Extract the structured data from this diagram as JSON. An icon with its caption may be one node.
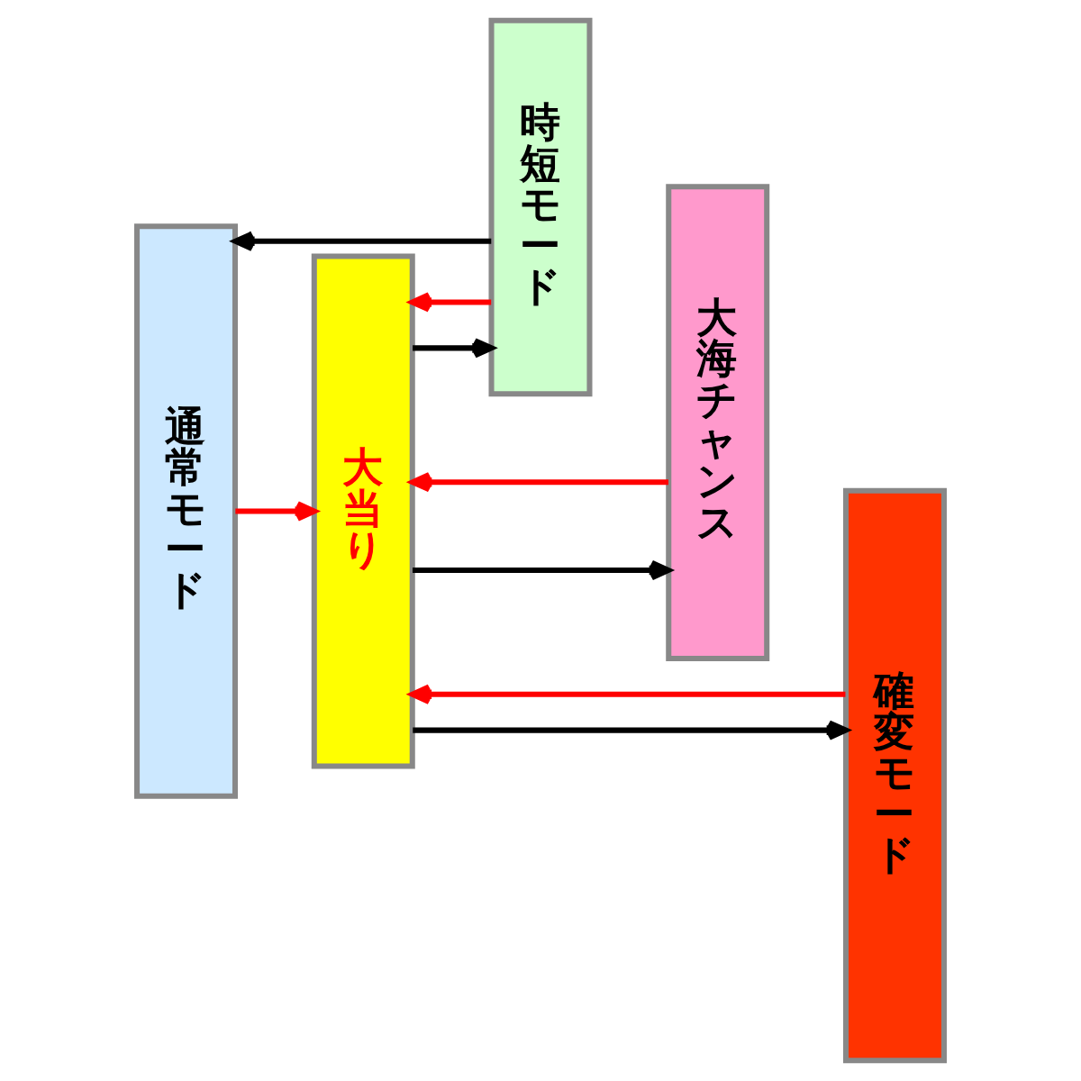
{
  "diagram": {
    "nodes": [
      {
        "text": [
          "通常モード"
        ]
      },
      {
        "text": [
          "大当り"
        ]
      },
      {
        "text": [
          "時短モード"
        ]
      },
      {
        "text": [
          "大海チャンス"
        ]
      },
      {
        "text": [
          "確変モード"
        ]
      }
    ],
    "edges": [
      {
        "from": 4,
        "to": 1,
        "arrow": "to",
        "color": "#ff0000"
      },
      {
        "from": 1,
        "to": 4,
        "arrow": "to",
        "color": "#000000"
      },
      {
        "from": 3,
        "to": 1,
        "arrow": "to",
        "color": "#ff0000"
      },
      {
        "from": 1,
        "to": 3,
        "arrow": "to",
        "color": "#000000"
      },
      {
        "from": 2,
        "to": 1,
        "arrow": "to",
        "color": "#ff0000"
      },
      {
        "from": 0,
        "to": 1,
        "arrow": "to",
        "color": "#ff0000"
      },
      {
        "from": 1,
        "to": 2,
        "arrow": "to",
        "color": "#000000"
      },
      {
        "from": 2,
        "to": 0,
        "arrow": "to",
        "color": "#000000"
      }
    ]
  }
}
